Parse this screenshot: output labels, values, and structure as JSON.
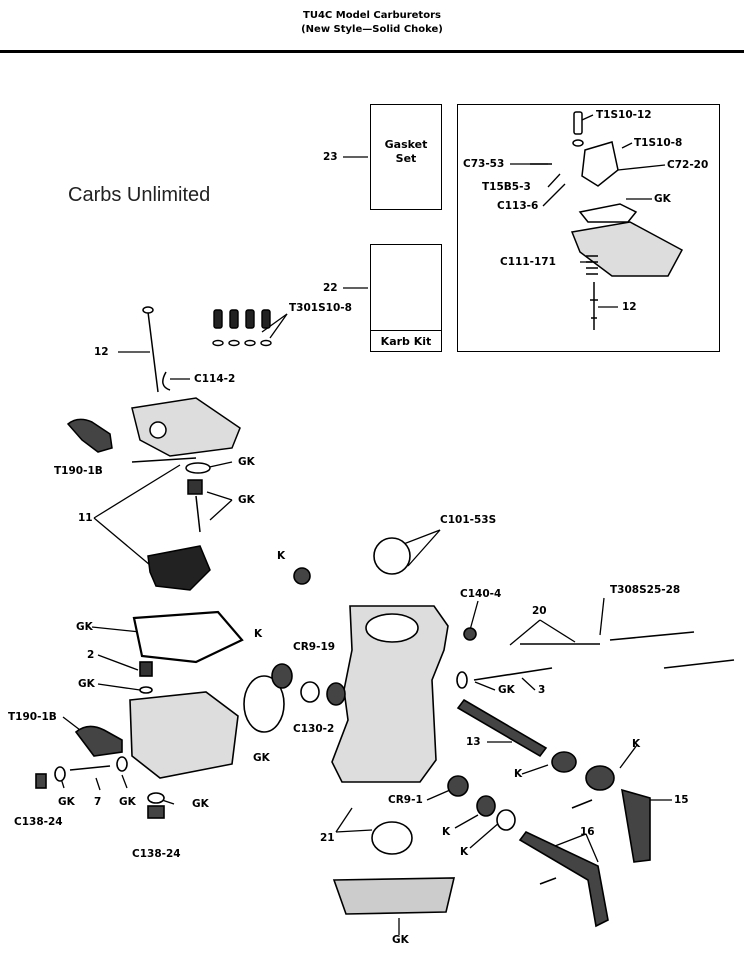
{
  "header": {
    "title_line1": "TU4C Model Carburetors",
    "title_line2": "(New Style—Solid Choke)"
  },
  "brand": "Carbs Unlimited",
  "boxes": {
    "gasket_set": "Gasket\nSet",
    "karb_kit": "Karb Kit"
  },
  "part_labels": {
    "p_23": "23",
    "p_22": "22",
    "p_t1s10_12": "T1S10-12",
    "p_t1s10_8": "T1S10-8",
    "p_c73_53": "C73-53",
    "p_c72_20": "C72-20",
    "p_t15b5_3": "T15B5-3",
    "p_c113_6": "C113-6",
    "p_gk_inset": "GK",
    "p_c111_171": "C111-171",
    "p_12_inset": "12",
    "p_t301s10_8": "T301S10-8",
    "p_12_main": "12",
    "p_c114_2": "C114-2",
    "p_t190_1b_top": "T190-1B",
    "p_gk_1": "GK",
    "p_gk_2": "GK",
    "p_11": "11",
    "p_c101_53s": "C101-53S",
    "p_k_1": "K",
    "p_c140_4": "C140-4",
    "p_20": "20",
    "p_t308s25_28": "T308S25-28",
    "p_gk_3": "GK",
    "p_k_2": "K",
    "p_cr9_19": "CR9-19",
    "p_2": "2",
    "p_gk_4": "GK",
    "p_gk_5": "GK",
    "p_3": "3",
    "p_t190_1b_bot": "T190-1B",
    "p_c130_2": "C130-2",
    "p_gk_6": "GK",
    "p_13": "13",
    "p_k_3": "K",
    "p_k_4": "K",
    "p_15": "15",
    "p_gk_7": "GK",
    "p_7": "7",
    "p_gk_8": "GK",
    "p_gk_9": "GK",
    "p_c138_24_l": "C138-24",
    "p_cr9_1": "CR9-1",
    "p_c138_24_r": "C138-24",
    "p_21": "21",
    "p_k_5": "K",
    "p_16": "16",
    "p_k_6": "K",
    "p_gk_10": "GK"
  }
}
